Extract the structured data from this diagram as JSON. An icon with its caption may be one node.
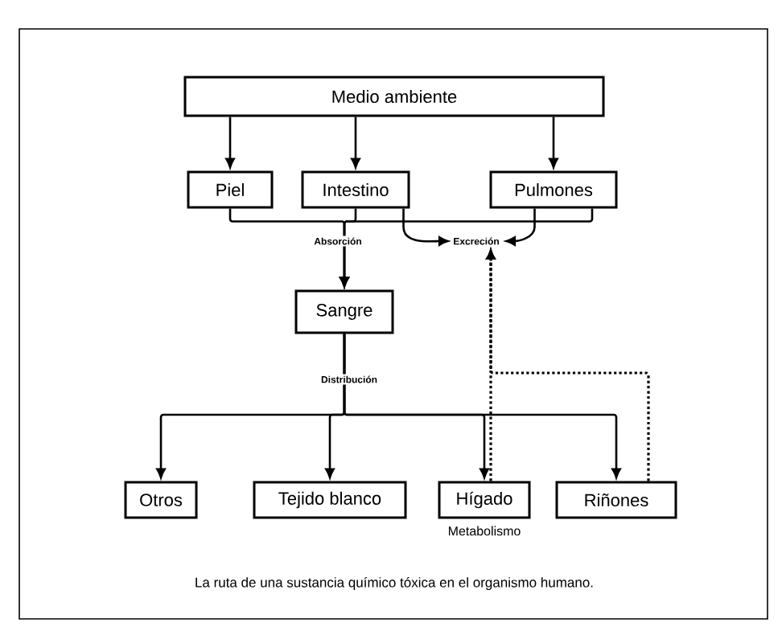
{
  "diagram": {
    "caption": "La ruta de una sustancia químico tóxica en el organismo humano.",
    "nodes": [
      {
        "text": [
          "Medio ambiente"
        ]
      },
      {
        "text": [
          "Piel"
        ]
      },
      {
        "text": [
          "Intestino"
        ]
      },
      {
        "text": [
          "Pulmones"
        ]
      },
      {
        "text": [
          "Sangre"
        ]
      },
      {
        "text": [
          "Otros"
        ]
      },
      {
        "text": [
          "Tejido blanco"
        ]
      },
      {
        "text": [
          "Hígado"
        ],
        "beside": [
          "Metabolismo"
        ]
      },
      {
        "text": [
          "Riñones"
        ]
      },
      {
        "text": [
          "Excreción"
        ]
      }
    ],
    "edges": [
      {
        "from": 0,
        "to": 1,
        "arrow": "to"
      },
      {
        "from": 0,
        "to": 2,
        "arrow": "to"
      },
      {
        "from": 0,
        "to": 3,
        "arrow": "to"
      },
      {
        "from": 1,
        "to": 4,
        "arrow": "to"
      },
      {
        "from": 2,
        "to": 4,
        "arrow": "to",
        "label": "Absorción"
      },
      {
        "from": 3,
        "to": 4,
        "arrow": "to"
      },
      {
        "from": 4,
        "to": 5,
        "arrow": "to",
        "label": "Distribución"
      },
      {
        "from": 4,
        "to": 6,
        "arrow": "to"
      },
      {
        "from": 4,
        "to": 7,
        "arrow": "to"
      },
      {
        "from": 4,
        "to": 8,
        "arrow": "to"
      },
      {
        "from": 7,
        "to": 9,
        "arrow": "to",
        "style": "dashed"
      },
      {
        "from": 8,
        "to": 9,
        "arrow": "to",
        "style": "dashed"
      },
      {
        "from": 2,
        "to": 9,
        "arrow": "to"
      },
      {
        "from": 3,
        "to": 9,
        "arrow": "to"
      }
    ]
  }
}
